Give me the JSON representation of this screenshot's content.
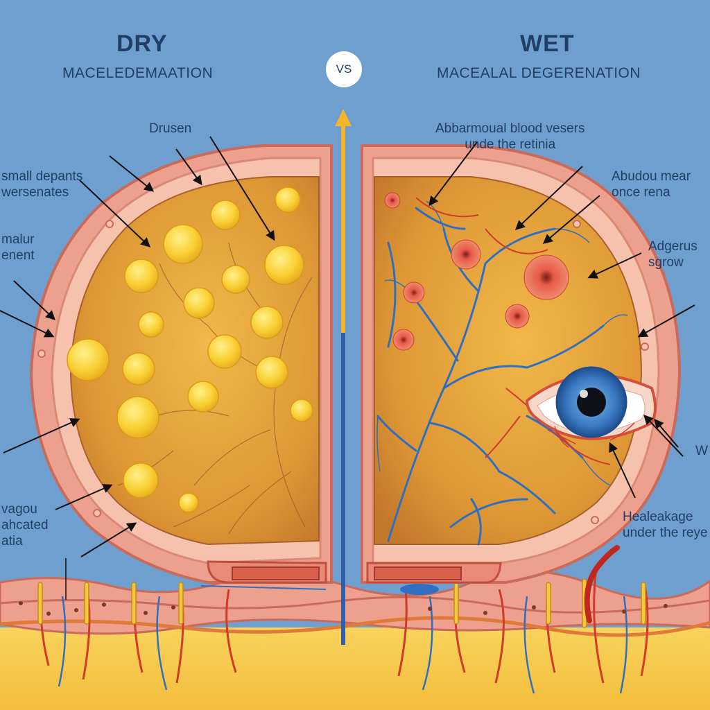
{
  "dry": {
    "title": "DRY",
    "subtitle": "MACELEDEMAATION",
    "labels": {
      "drusen": "Drusen",
      "small_deposits": "small depants\nwersenates",
      "macular_element": "malur\nenent",
      "vague_attached": "vagou\nahcated\natia"
    }
  },
  "vs_label": "VS",
  "wet": {
    "title": "WET",
    "subtitle": "MACEALAL DEGERENATION",
    "labels": {
      "abnormal_vessels": "Abbarmoual blood vesers\nunde the retinia",
      "abundant": "Abudou mear\nonce rena",
      "adgerus": "Adgerus\nsgrow",
      "w": "W",
      "leakage": "Healeakage\nunder the reye"
    }
  },
  "colors": {
    "background": "#6f9fcf",
    "title_text": "#1f3f66",
    "retina_fill": "#dfa03a",
    "drusen": "#f7c92e",
    "vessel_blue": "#2f6fbf",
    "vessel_red": "#d23a2a",
    "tissue_pink": "#eda08d",
    "arrow_yellow": "#f5b52a"
  }
}
